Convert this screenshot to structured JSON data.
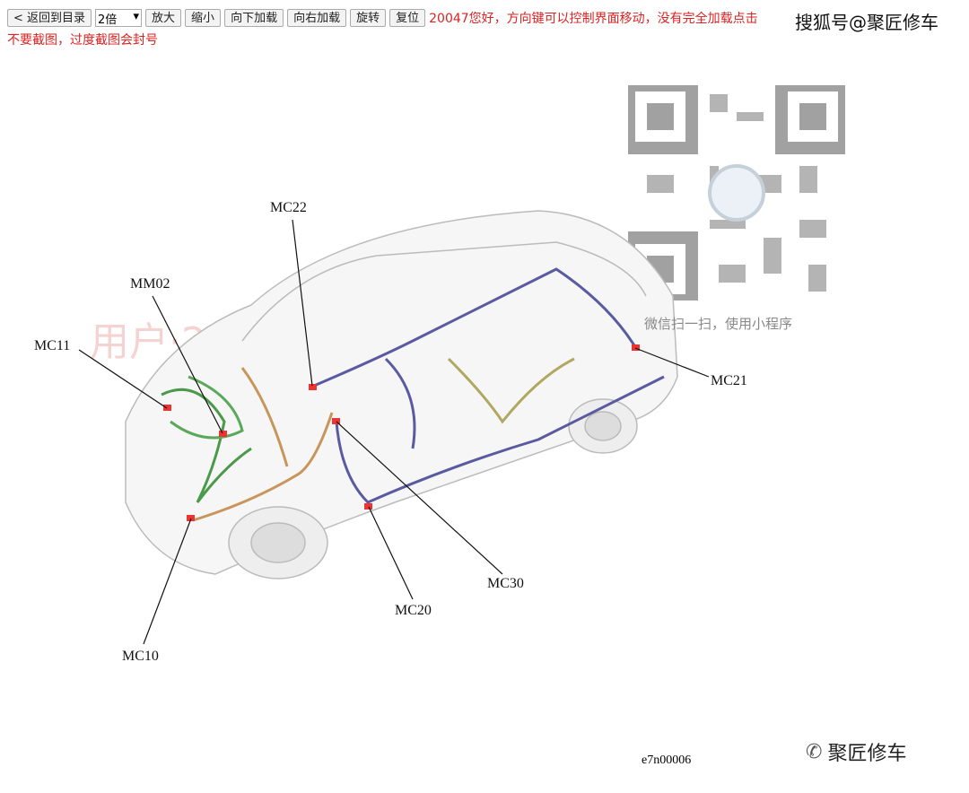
{
  "toolbar": {
    "back": "< 返回到目录",
    "zoom_select": "2倍",
    "zoom_in": "放大",
    "zoom_out": "缩小",
    "load_down": "向下加载",
    "load_right": "向右加载",
    "rotate": "旋转",
    "reset": "复位"
  },
  "notice": "20047您好，方向键可以控制界面移动，没有完全加载点击",
  "notice2": "不要截图，过度截图会封号",
  "sohu_watermark": "搜狐号@聚匠修车",
  "big_watermark": "用户·20047小丁巴科技2004",
  "qr_caption": "微信扫一扫，使用小程序",
  "labels": {
    "mc22": "MC22",
    "mm02": "MM02",
    "mc11": "MC11",
    "mc21": "MC21",
    "mc10": "MC10",
    "mc20": "MC20",
    "mc30": "MC30"
  },
  "figure_code": "e7n00006",
  "wechat_brand": "聚匠修车"
}
